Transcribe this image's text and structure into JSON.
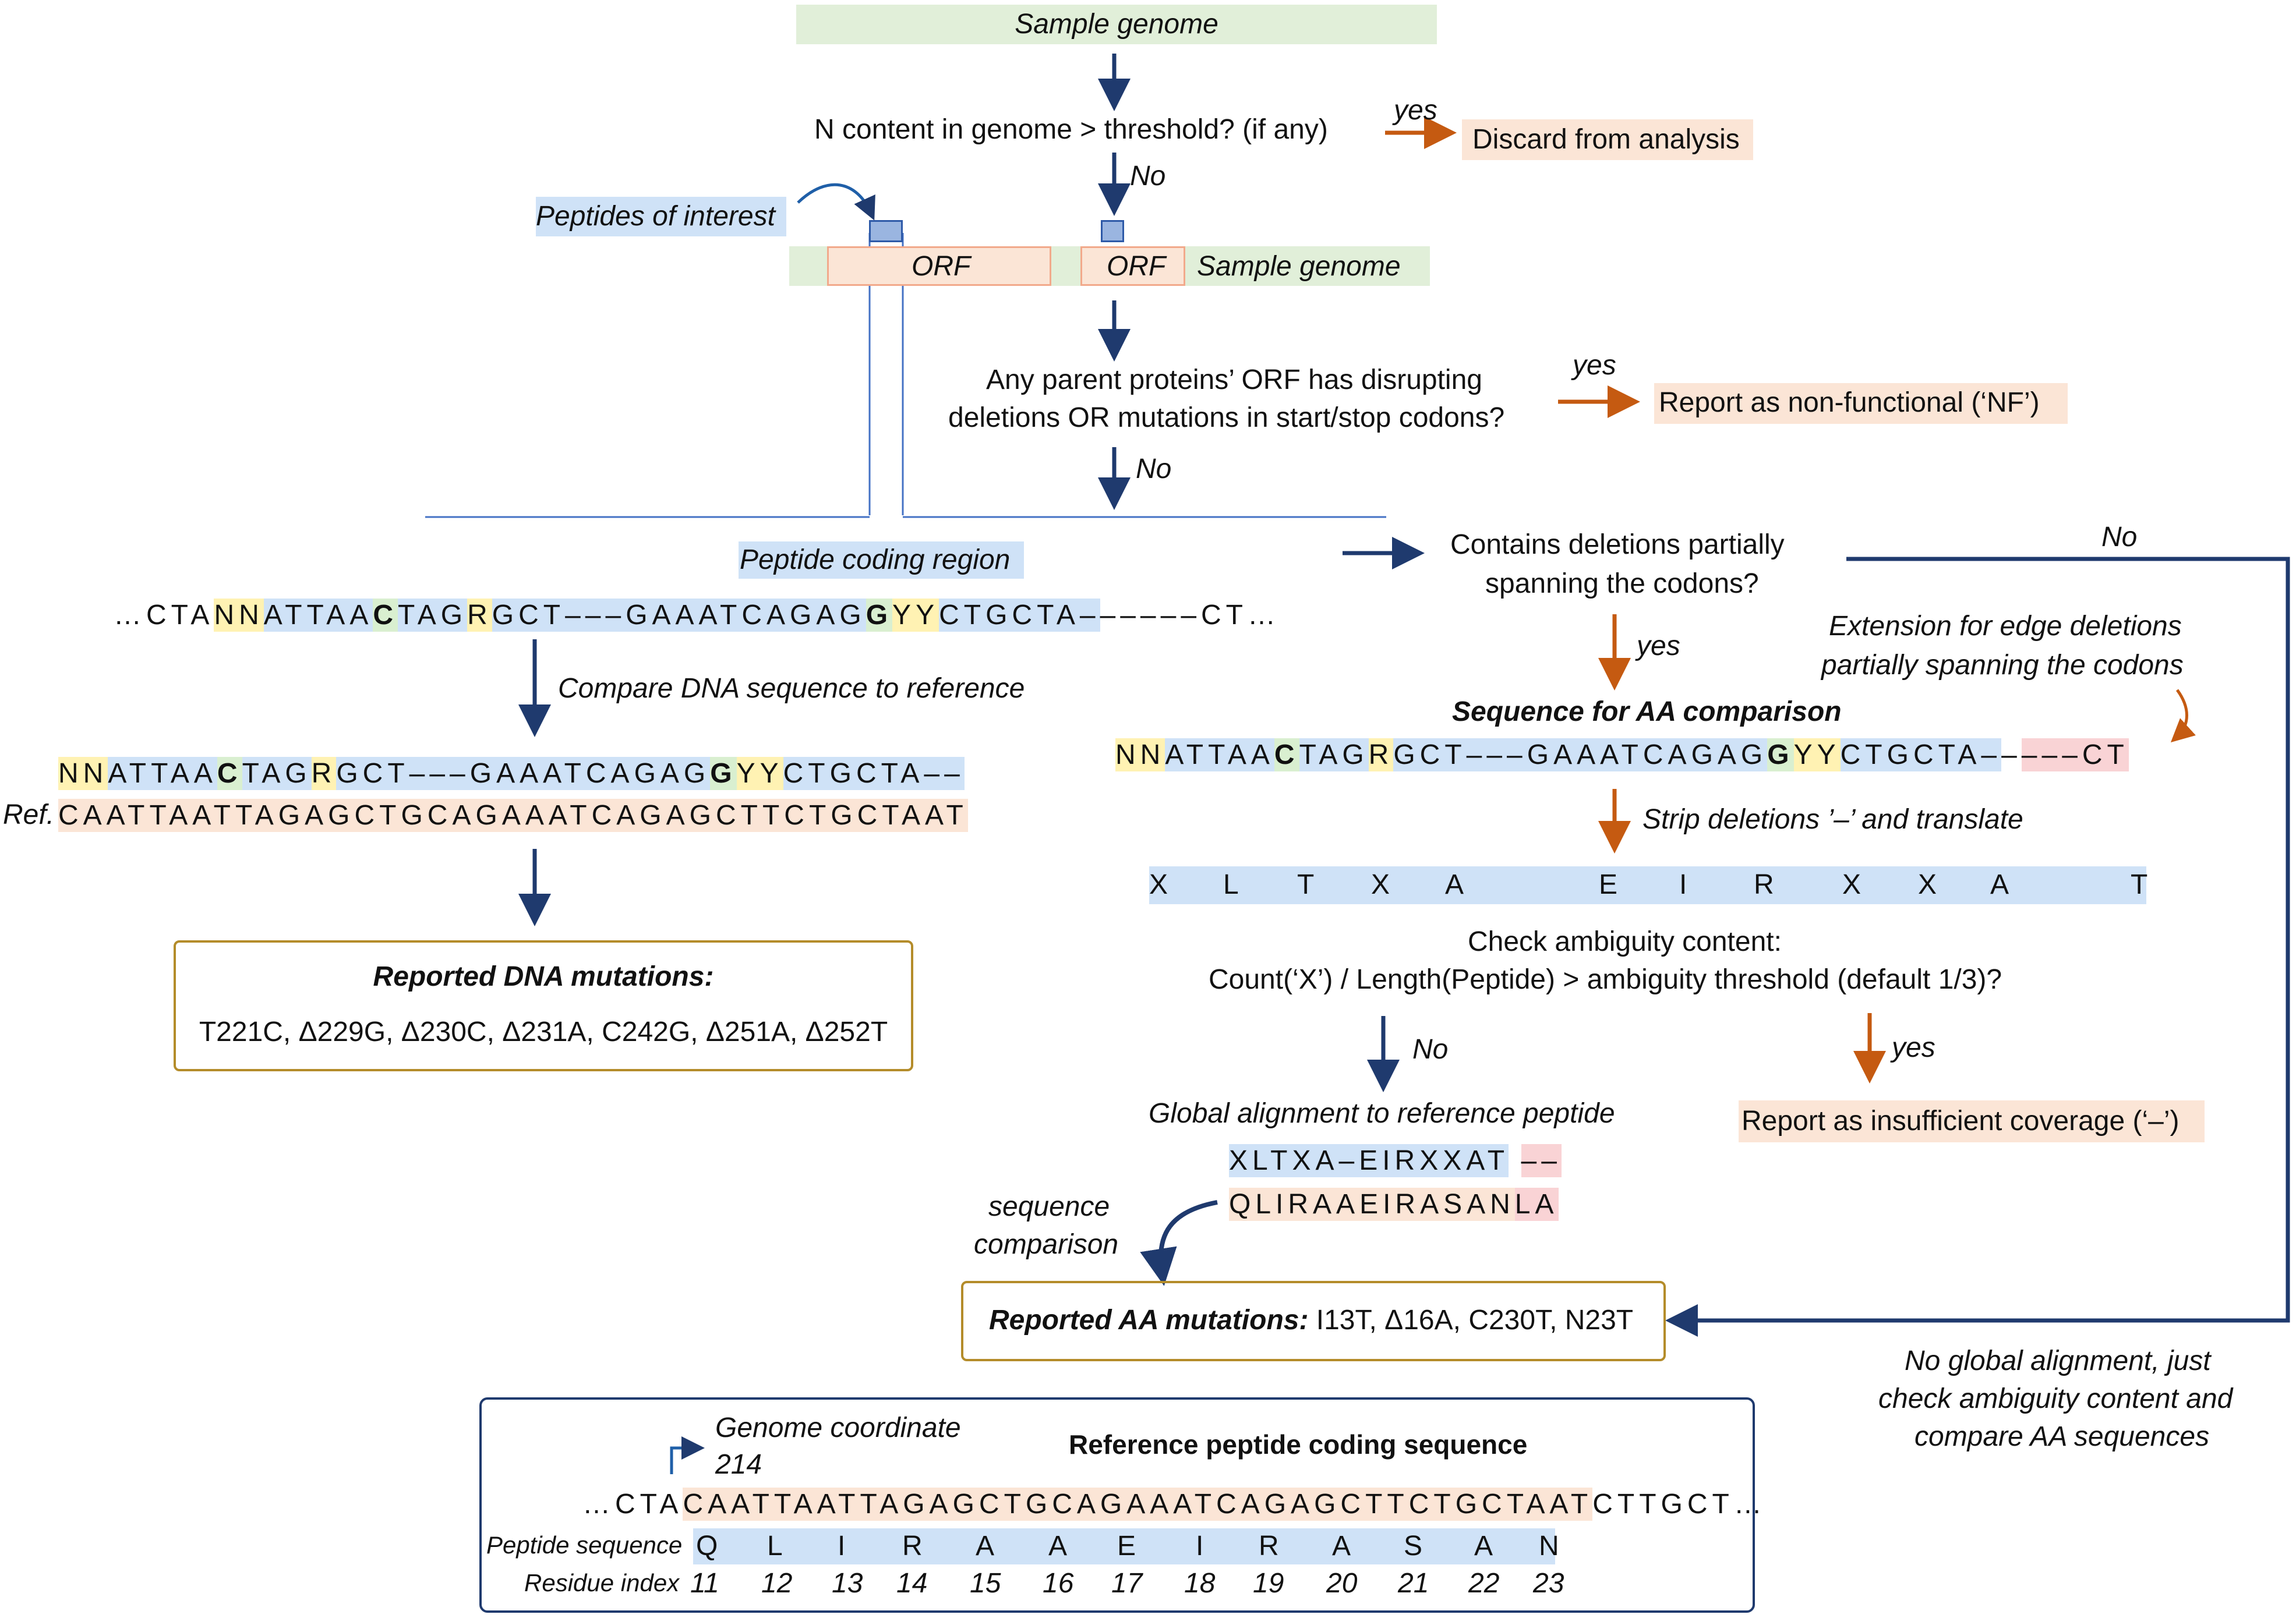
{
  "top": {
    "sample_genome": "Sample genome",
    "n_content_question": "N content in genome > threshold? (if any)",
    "yes1": "yes",
    "discard": "Discard from analysis",
    "no1": "No",
    "peptides_of_interest": "Peptides of interest",
    "orf1": "ORF",
    "orf2": "ORF",
    "sample_genome_2": "Sample genome",
    "parent_q_line1": "Any parent proteins’ ORF has disrupting",
    "parent_q_line2": "deletions OR mutations in start/stop codons?",
    "yes2": "yes",
    "report_nf": "Report as non-functional (‘NF’)",
    "no2": "No"
  },
  "left": {
    "peptide_coding_region": "Peptide coding region",
    "compare_label": "Compare DNA sequence to reference",
    "ref_label": "Ref.",
    "reported_dna_title": "Reported DNA mutations:",
    "reported_dna_values": "T221C, Δ229G, Δ230C, Δ231A, C242G, Δ251A, Δ252T"
  },
  "right": {
    "contains_q_line1": "Contains deletions partially",
    "contains_q_line2": "spanning the codons?",
    "no_top": "No",
    "yes3": "yes",
    "extension_line1": "Extension for edge deletions",
    "extension_line2": "partially spanning the codons",
    "seq_for_aa": "Sequence for AA comparison",
    "strip_label": "Strip deletions ’–’ and translate",
    "translated": [
      "X",
      "L",
      "T",
      "X",
      "A",
      "",
      "E",
      "I",
      "R",
      "X",
      "X",
      "A",
      "",
      "T"
    ],
    "ambiguity_line1": "Check ambiguity content:",
    "ambiguity_line2": "Count(‘X’) / Length(Peptide) > ambiguity threshold (default 1/3)?",
    "no3": "No",
    "yes4": "yes",
    "global_alignment": "Global alignment to reference peptide",
    "insufficient": "Report as insufficient coverage (‘–’)",
    "sequence_line1": "sequence",
    "sequence_line2": "comparison",
    "reported_aa_title": "Reported AA mutations:",
    "reported_aa_values": " I13T, Δ16A, C230T, N23T",
    "no_global_line1": "No global alignment, just",
    "no_global_line2": "check ambiguity content and",
    "no_global_line3": "compare AA sequences"
  },
  "reference_box": {
    "genome_coord_label": "Genome coordinate",
    "genome_coord_value": "214",
    "title": "Reference peptide coding sequence",
    "peptide_sequence_label": "Peptide sequence",
    "residue_index_label": "Residue index",
    "peptide": [
      "Q",
      "L",
      "I",
      "R",
      "A",
      "A",
      "E",
      "I",
      "R",
      "A",
      "S",
      "A",
      "N"
    ],
    "residue_index": [
      "11",
      "12",
      "13",
      "14",
      "15",
      "16",
      "17",
      "18",
      "19",
      "20",
      "21",
      "22",
      "23"
    ]
  },
  "colors": {
    "navy_arrow": "#1f3a6e",
    "orange_arrow": "#c55a11",
    "green_fill": "#e1efd9",
    "peach_fill": "#fbe5d6",
    "blue_fill": "#cfe2f7",
    "pink_fill": "#f9d3d5",
    "yellow_highlight": "#fff2b3",
    "box_border_gold": "#b48c2a"
  }
}
